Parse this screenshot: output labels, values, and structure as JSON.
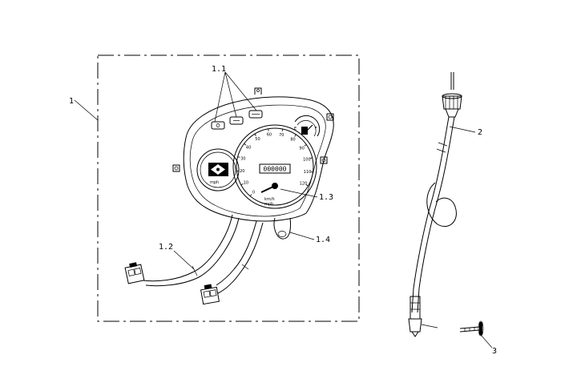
{
  "callouts": {
    "assembly": "1",
    "indicators": "1.1",
    "harness": "1.2",
    "speedometer": "1.3",
    "bracket": "1.4",
    "cable": "2",
    "fitting": "3"
  },
  "gauge": {
    "speed_ticks": [
      "0",
      "10",
      "20",
      "30",
      "40",
      "50",
      "60",
      "70",
      "80",
      "90",
      "100",
      "110",
      "120"
    ],
    "odometer": "000000",
    "unit_main": "km/h",
    "unit_sub": "mph"
  },
  "fuel_gauge": {
    "full": "F",
    "empty": "E"
  },
  "colors": {
    "line": "#000000",
    "background": "#ffffff"
  }
}
